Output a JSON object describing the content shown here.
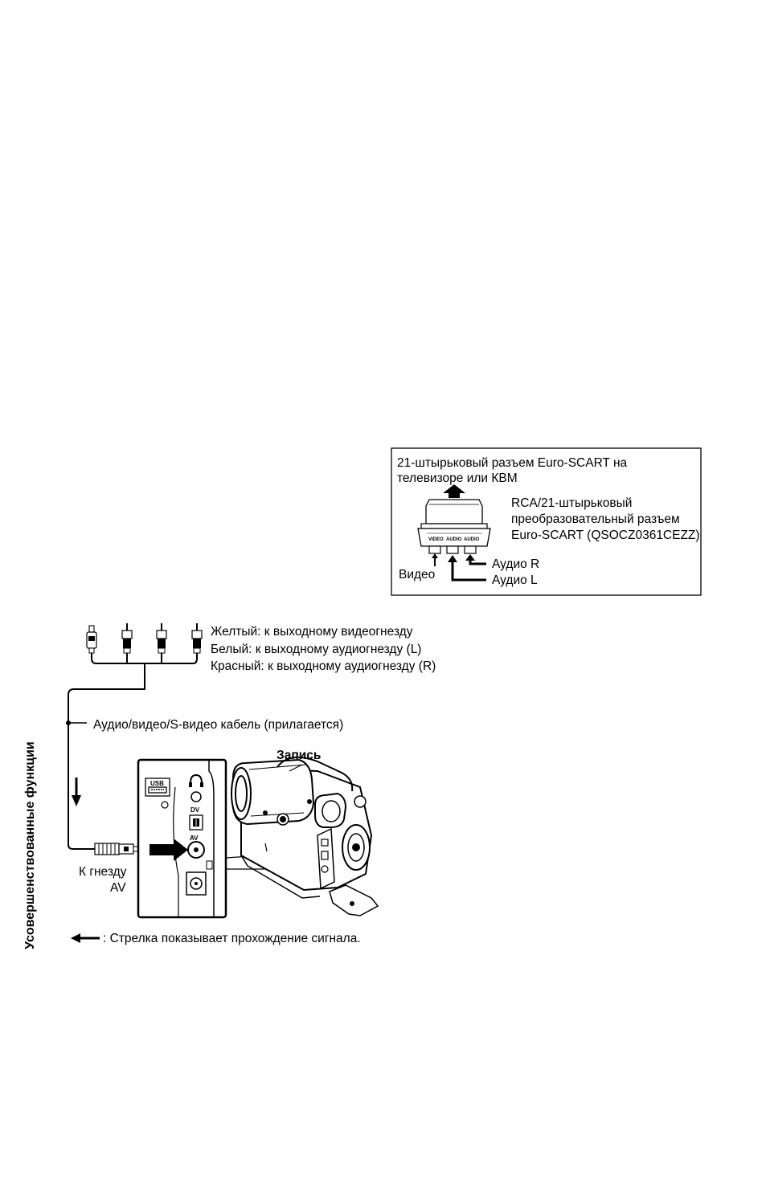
{
  "side_title": "Усовершенствованные функции",
  "scart_box": {
    "title_line1": "21-штырьковый разъем Euro-SCART на",
    "title_line2": "телевизоре или КВМ",
    "adapter_line1": "RCA/21-штырьковый",
    "adapter_line2": "преобразовательный разъем",
    "adapter_line3": "Euro-SCART (QSOCZ0361CEZZ)",
    "audio_r": "Аудио R",
    "audio_l": "Аудио L",
    "video": "Видео",
    "port_video": "VIDEO",
    "port_audio_l": "AUDIO",
    "port_audio_r": "AUDIO"
  },
  "plugs": {
    "yellow": "Желтый: к выходному видеогнезду",
    "white": "Белый: к выходному аудиогнезду (L)",
    "red": "Красный: к выходному аудиогнезду (R)"
  },
  "cable_label": "Аудио/видео/S-видео кабель (прилагается)",
  "record_label": "Запись",
  "jack_label_line1": "К гнезду",
  "jack_label_line2": "AV",
  "panel_ports": {
    "usb": "USB",
    "dv": "DV",
    "av": "AV"
  },
  "arrow_note": ": Стрелка показывает прохождение сигнала."
}
